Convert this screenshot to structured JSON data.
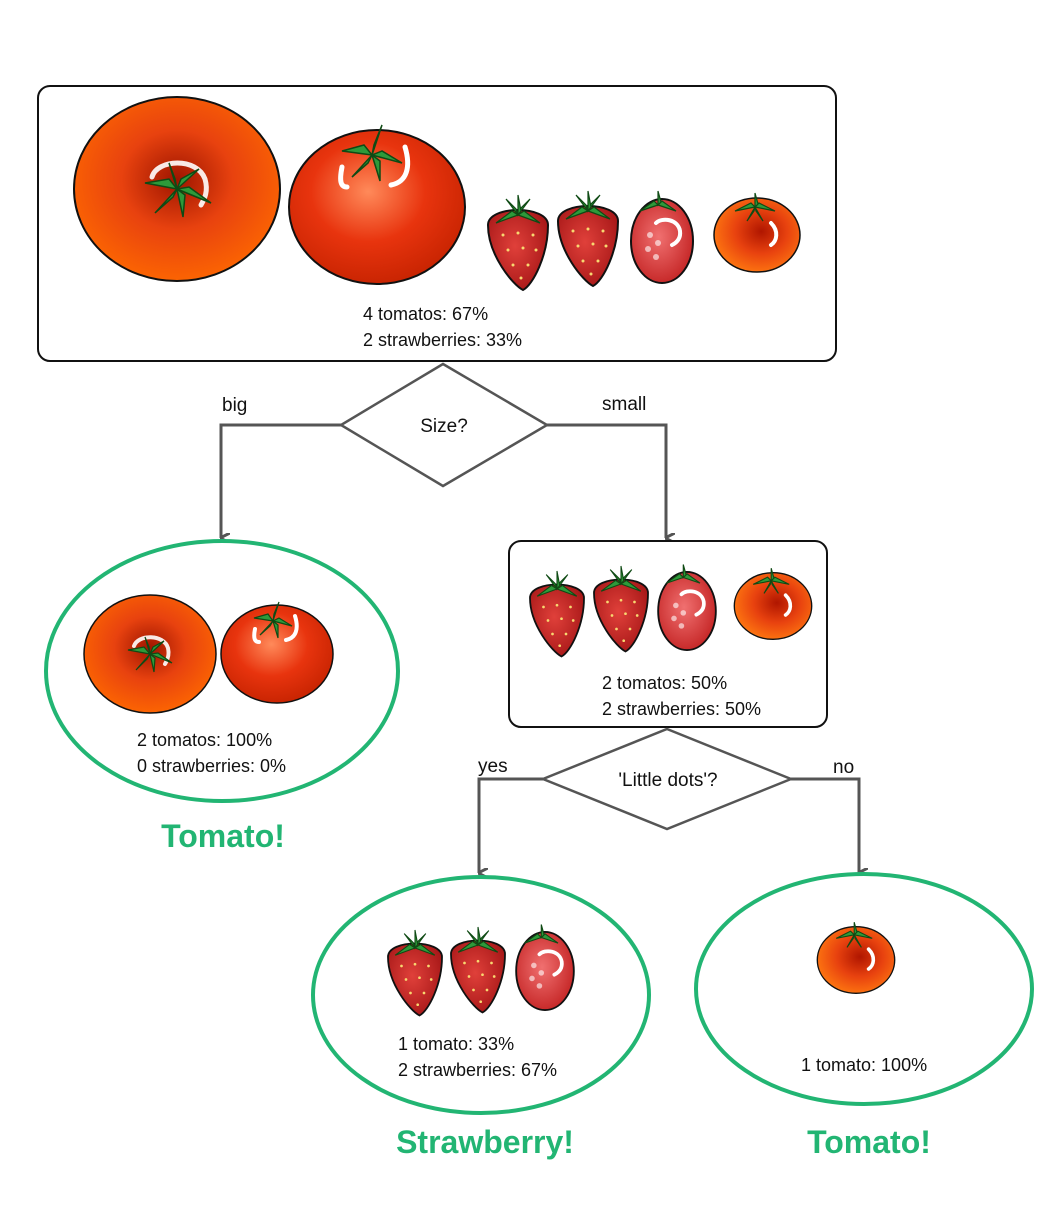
{
  "colors": {
    "result": "#22b573",
    "box_stroke": "#111111",
    "arrow": "#555555",
    "tomato": "#e8420f",
    "strawberry": "#d42a2a",
    "leaf": "#2e9a3a"
  },
  "root": {
    "line1": "4 tomatos: 67%",
    "line2": "2 strawberries: 33%",
    "fruits": [
      "big-tomato-orange-icon",
      "big-tomato-red-icon",
      "strawberry-icon",
      "strawberry-icon",
      "dotted-tomato-icon",
      "small-tomato-icon"
    ]
  },
  "decision_size": {
    "question": "Size?",
    "left_label": "big",
    "right_label": "small"
  },
  "leaf_big": {
    "line1": "2 tomatos: 100%",
    "line2": "0 strawberries: 0%",
    "result": "Tomato!",
    "fruits": [
      "big-tomato-orange-icon",
      "big-tomato-red-icon"
    ]
  },
  "node_small": {
    "line1": "2 tomatos: 50%",
    "line2": "2 strawberries: 50%",
    "fruits": [
      "strawberry-icon",
      "strawberry-icon",
      "dotted-tomato-icon",
      "small-tomato-icon"
    ]
  },
  "decision_dots": {
    "question": "'Little dots'?",
    "left_label": "yes",
    "right_label": "no"
  },
  "leaf_yes": {
    "line1": "1 tomato: 33%",
    "line2": "2 strawberries: 67%",
    "result": "Strawberry!",
    "fruits": [
      "strawberry-icon",
      "strawberry-icon",
      "dotted-tomato-icon"
    ]
  },
  "leaf_no": {
    "line1": "1 tomato: 100%",
    "result": "Tomato!",
    "fruits": [
      "small-tomato-icon"
    ]
  }
}
